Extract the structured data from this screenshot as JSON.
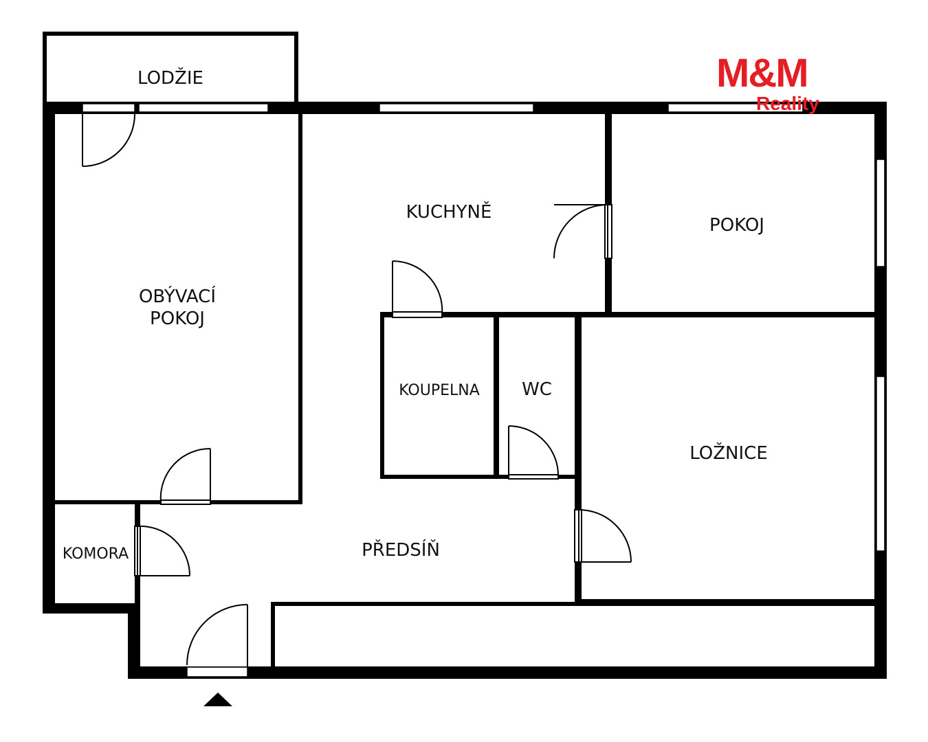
{
  "rooms": {
    "lodzie": "LODŽIE",
    "obyvaci_line1": "OBÝVACÍ",
    "obyvaci_line2": "POKOJ",
    "kuchyne": "KUCHYNĚ",
    "pokoj": "POKOJ",
    "koupelna": "KOUPELNA",
    "wc": "WC",
    "loznice": "LOŽNICE",
    "komora": "KOMORA",
    "predsin": "PŘEDSÍŇ"
  },
  "logo": {
    "brand": "M&M",
    "sub": "Reality",
    "color": "#e31e24"
  },
  "colors": {
    "wall": "#000000",
    "background": "#ffffff"
  }
}
